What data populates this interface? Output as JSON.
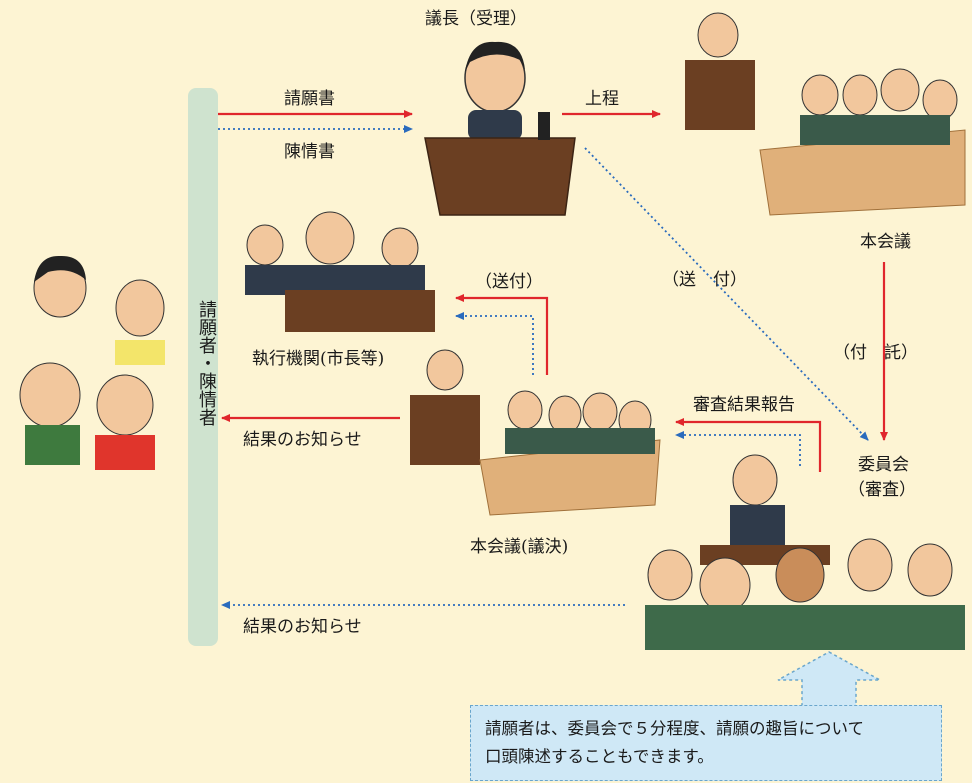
{
  "labels": {
    "chair": "議長（受理）",
    "petition": "請願書",
    "statement": "陳情書",
    "placement": "上程",
    "plenary_top": "本会議",
    "exec_body": "執行機関(市長等)",
    "send_paren": "（送付）",
    "send_spaced": "（送　付）",
    "refer": "（付　託）",
    "review_report": "審査結果報告",
    "committee": "委員会",
    "committee_review": "（審査）",
    "result_notice_1": "結果のお知らせ",
    "plenary_vote": "本会議(議決)",
    "result_notice_2": "結果のお知らせ",
    "petitioner_bar": "請願者・陳情者"
  },
  "note": {
    "line1": "請願者は、委員会で５分程度、請願の趣旨について",
    "line2": "口頭陳述することもできます。"
  },
  "colors": {
    "background": "#fdf4d3",
    "petition_arrow": "#e0262c",
    "statement_arrow": "#2a6bbd",
    "bar": "#cfe3cf",
    "note_fill": "#cfe8f6"
  }
}
